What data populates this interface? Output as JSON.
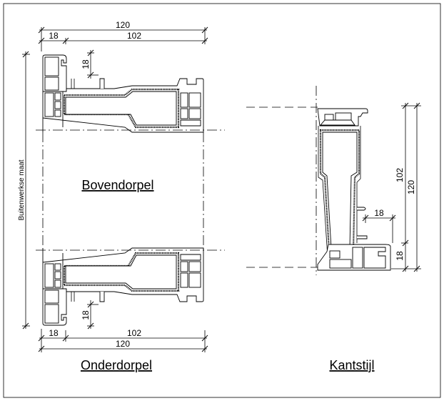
{
  "labels": {
    "top_profile": "Bovendorpel",
    "bottom_profile": "Onderdorpel",
    "side_profile": "Kantstijl",
    "overall_dimension": "Buitenwerkse maat"
  },
  "dimensions": {
    "top_total": "120",
    "top_left": "18",
    "top_right": "102",
    "top_vertical": "18",
    "bottom_total": "120",
    "bottom_left": "18",
    "bottom_right": "102",
    "bottom_vertical": "18",
    "side_102": "102",
    "side_120": "120",
    "side_18_vertical": "18",
    "side_18_horizontal": "18"
  }
}
